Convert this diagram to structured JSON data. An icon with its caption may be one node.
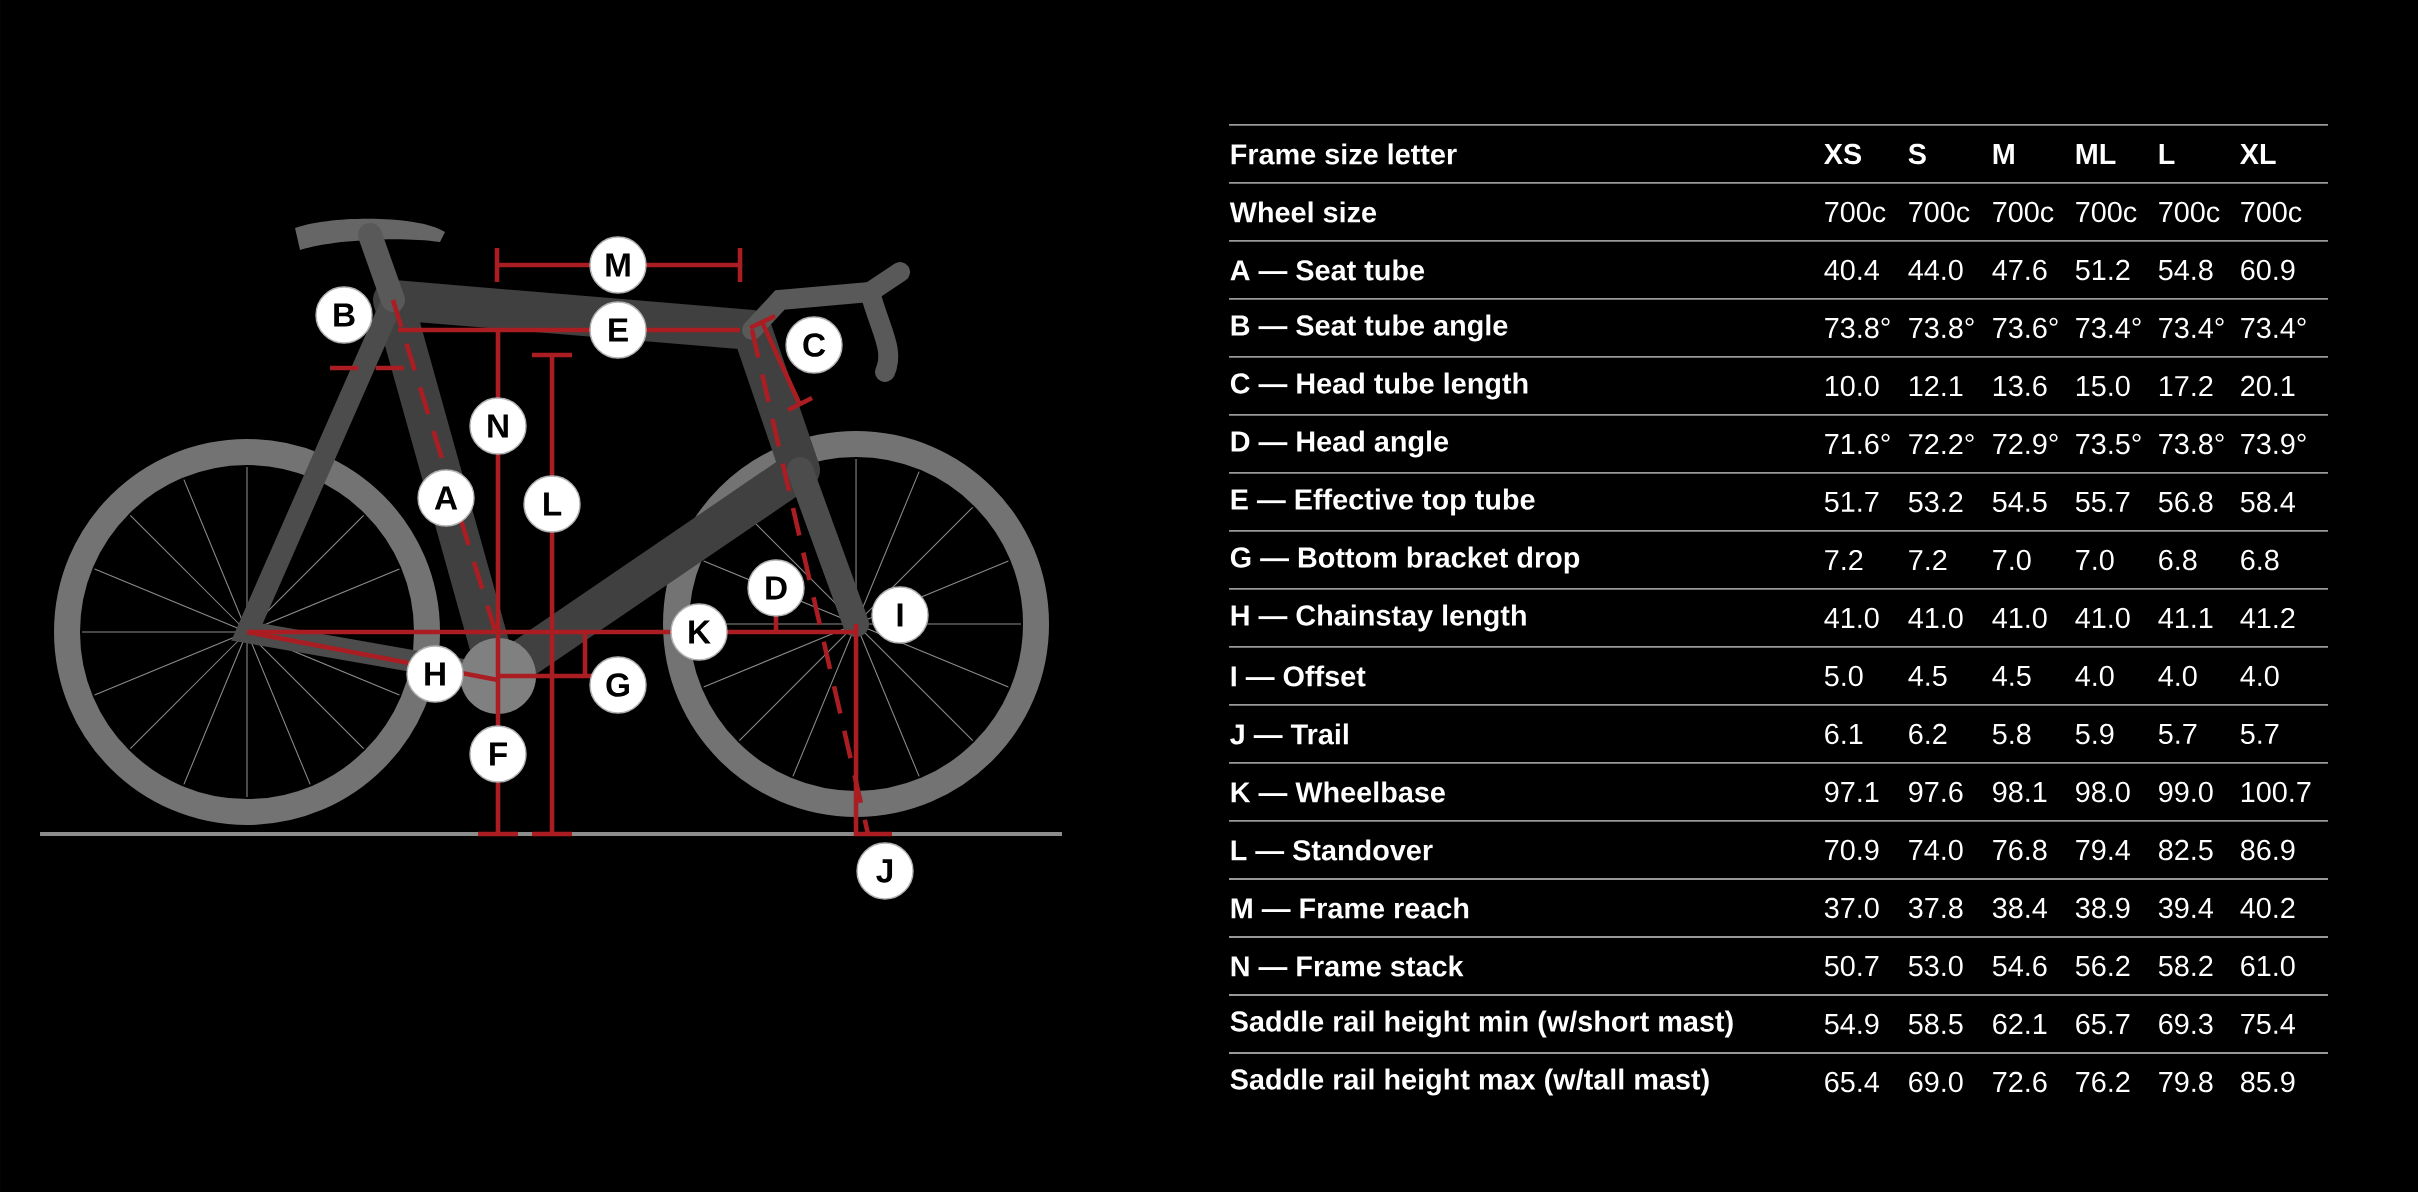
{
  "diagram": {
    "labels": [
      "M",
      "B",
      "E",
      "C",
      "N",
      "A",
      "L",
      "D",
      "I",
      "K",
      "H",
      "G",
      "F",
      "J",
      "Frame size letter",
      "XS",
      "S",
      "M",
      "ML",
      "L",
      "XL",
      "Wheel size",
      "700c",
      "700c",
      "700c",
      "700c",
      "700c",
      "700c",
      "A — Seat tube",
      "40.4",
      "44.0",
      "47.6",
      "51.2",
      "54.8",
      "60.9",
      "B — Seat tube angle",
      "73.8°",
      "73.8°",
      "73.6°",
      "73.4°",
      "73.4°",
      "73.4°",
      "C — Head tube length",
      "10.0",
      "12.1",
      "13.6",
      "15.0",
      "17.2",
      "20.1",
      "D — Head angle",
      "71.6°",
      "72.2°",
      "72.9°",
      "73.5°",
      "73.8°",
      "73.9°",
      "E — Effective top tube",
      "51.7",
      "53.2",
      "54.5",
      "55.7",
      "56.8",
      "58.4",
      "G — Bottom bracket drop",
      "7.2",
      "7.2",
      "7.0",
      "7.0",
      "6.8",
      "6.8",
      "H — Chainstay length",
      "41.0",
      "41.0",
      "41.0",
      "41.0",
      "41.1",
      "41.2",
      "I — Offset",
      "5.0",
      "4.5",
      "4.5",
      "4.0",
      "4.0",
      "4.0",
      "J — Trail",
      "6.1",
      "6.2",
      "5.8",
      "5.9",
      "5.7",
      "5.7",
      "K — Wheelbase",
      "97.1",
      "97.6",
      "98.1",
      "98.0",
      "99.0",
      "100.7",
      "L — Standover",
      "70.9",
      "74.0",
      "76.8",
      "79.4",
      "82.5",
      "86.9",
      "M — Frame reach",
      "37.0",
      "37.8",
      "38.4",
      "38.9",
      "39.4",
      "40.2",
      "N — Frame stack",
      "50.7",
      "53.0",
      "54.6",
      "56.2",
      "58.2",
      "61.0",
      "Saddle rail height min (w/short mast)",
      "54.9",
      "58.5",
      "62.1",
      "65.7",
      "69.3",
      "75.4",
      "Saddle rail height max (w/tall mast)",
      "65.4",
      "69.0",
      "72.6",
      "76.2",
      "79.8",
      "85.9"
    ]
  }
}
